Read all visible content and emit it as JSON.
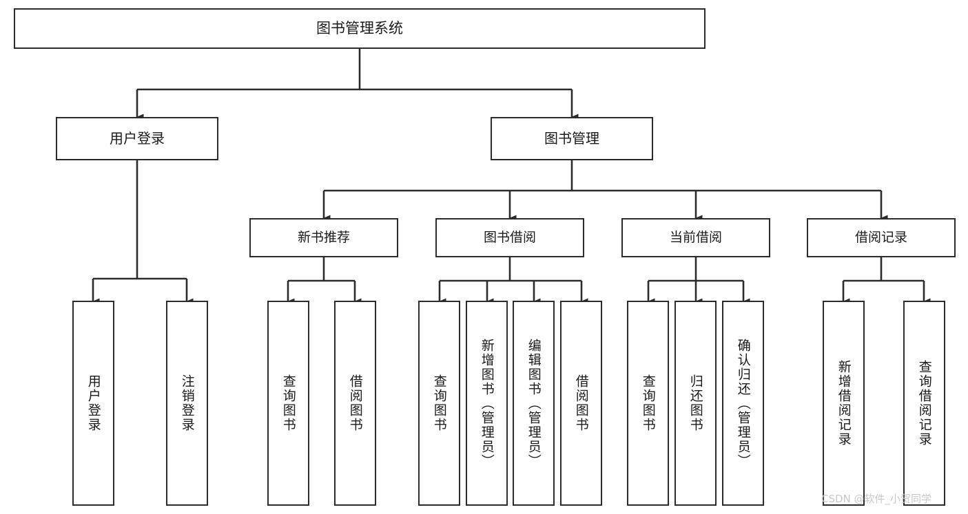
{
  "diagram": {
    "type": "tree-hierarchy-chart",
    "title_text": "图书管理系统",
    "watermark": "CSDN @软件_小贺同学",
    "colors": {
      "box_border": "#2b2b2b",
      "box_fill": "#ffffff",
      "connector": "#2b2b2b",
      "text": "#1a1a1a",
      "watermark": "#c8c8c8",
      "background": "#ffffff"
    },
    "nodes": {
      "root": {
        "label": "图书管理系统"
      },
      "level2": [
        {
          "label": "用户登录"
        },
        {
          "label": "图书管理"
        }
      ],
      "level3": [
        {
          "label": "新书推荐"
        },
        {
          "label": "图书借阅"
        },
        {
          "label": "当前借阅"
        },
        {
          "label": "借阅记录"
        }
      ],
      "leaves": {
        "user_login": [
          {
            "label": "用户登录"
          },
          {
            "label": "注销登录"
          }
        ],
        "new_book_recommend": [
          {
            "label": "查询图书"
          },
          {
            "label": "借阅图书"
          }
        ],
        "book_borrow": [
          {
            "label": "查询图书"
          },
          {
            "label": "新增图书（管理员）"
          },
          {
            "label": "编辑图书（管理员）"
          },
          {
            "label": "借阅图书"
          }
        ],
        "current_borrow": [
          {
            "label": "查询图书"
          },
          {
            "label": "归还图书"
          },
          {
            "label": "确认归还（管理员）"
          }
        ],
        "borrow_record": [
          {
            "label": "新增借阅记录"
          },
          {
            "label": "查询借阅记录"
          }
        ]
      }
    }
  }
}
